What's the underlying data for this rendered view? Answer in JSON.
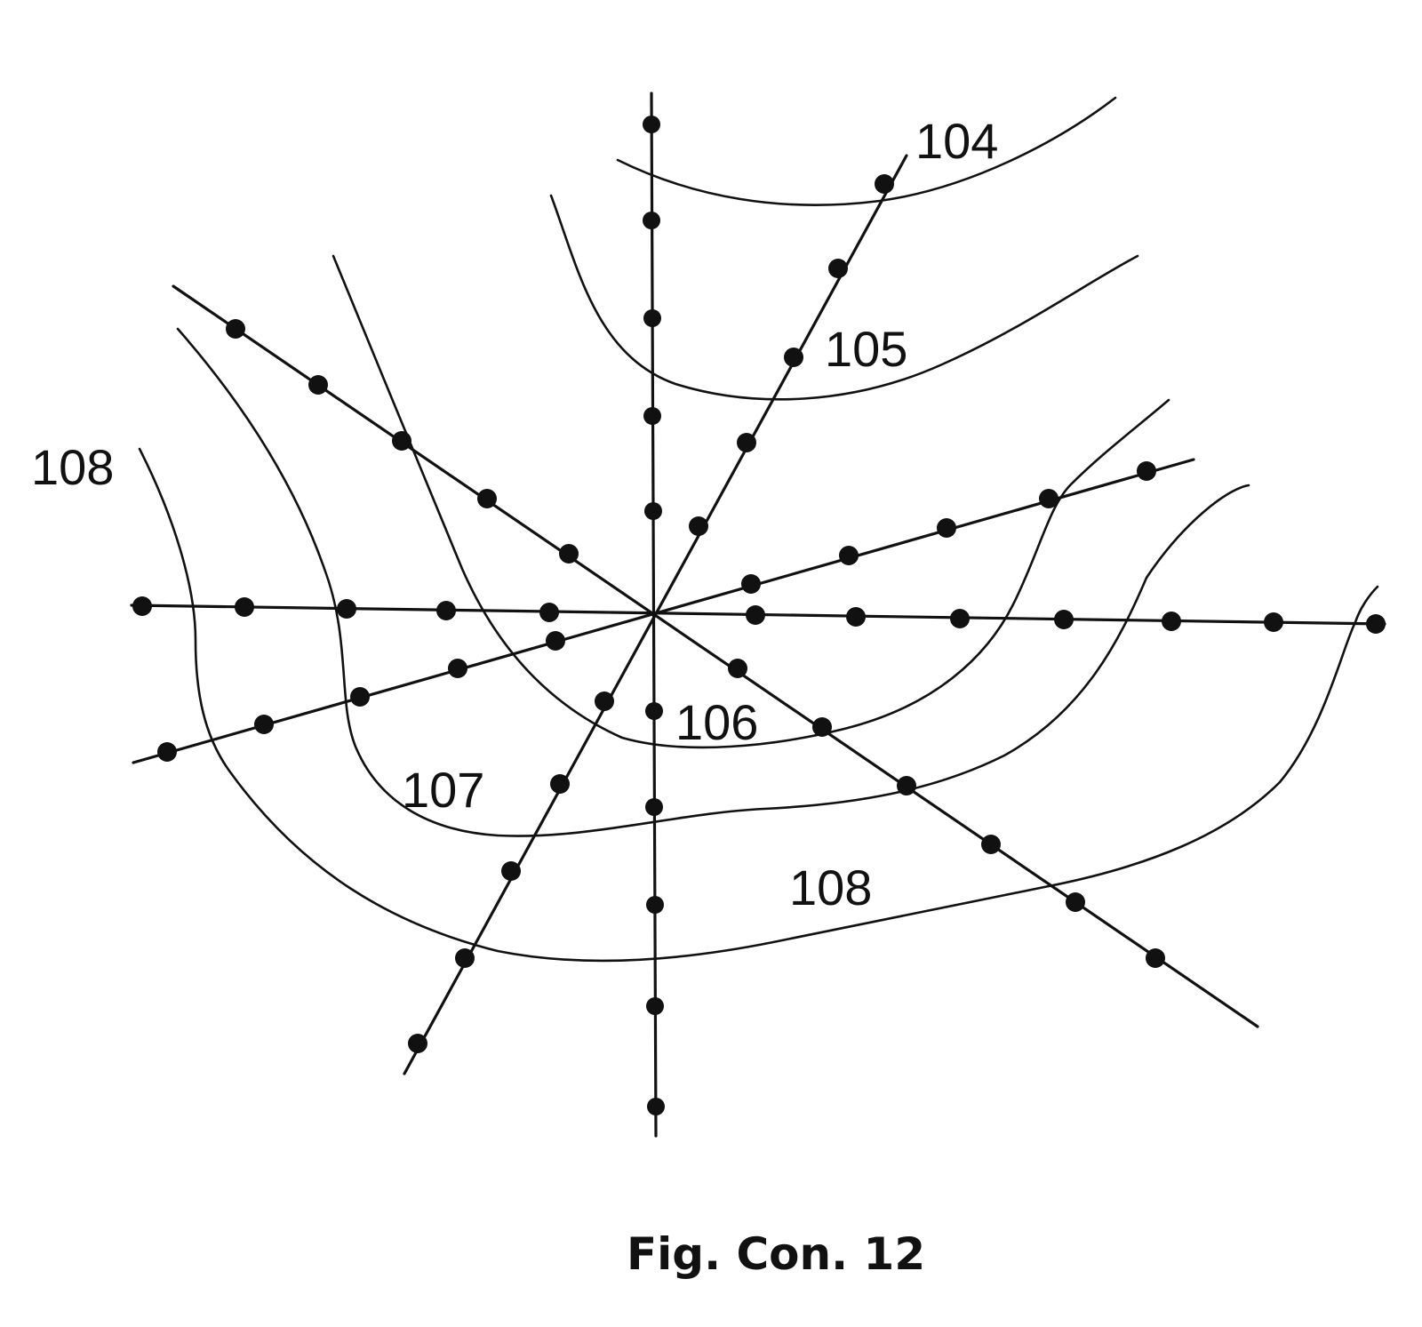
{
  "figure": {
    "caption": "Fig. Con. 12",
    "ink_color": "#111111",
    "background_color": "#ffffff"
  },
  "reference_labels": [
    {
      "id": "104",
      "text": "104"
    },
    {
      "id": "105",
      "text": "105"
    },
    {
      "id": "106",
      "text": "106"
    },
    {
      "id": "107",
      "text": "107"
    },
    {
      "id": "108a",
      "text": "108"
    },
    {
      "id": "108b",
      "text": "108"
    }
  ]
}
